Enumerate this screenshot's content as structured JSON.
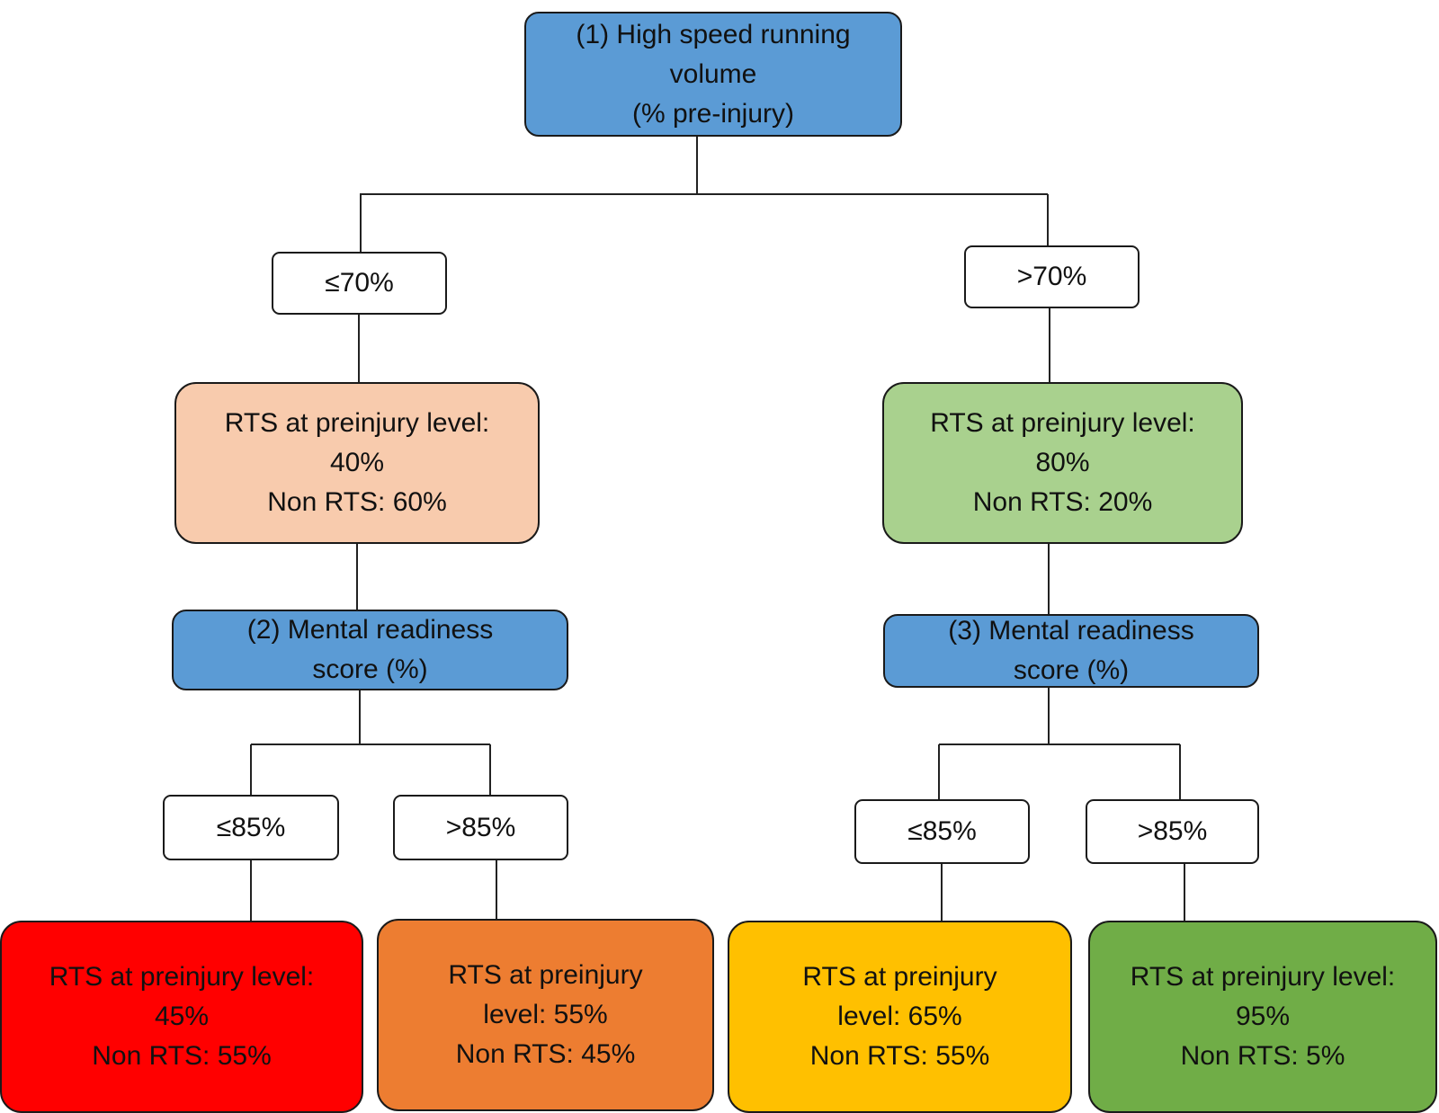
{
  "colors": {
    "question_box": "#5b9bd5",
    "branch_box": "#ffffff",
    "result_left": "#f8cbad",
    "result_right": "#a9d18e",
    "leaf_1": "#ff0000",
    "leaf_2": "#ed7d31",
    "leaf_3": "#ffc000",
    "leaf_4": "#70ad47"
  },
  "root": {
    "line1": "(1) High speed running",
    "line2": "volume",
    "line3": "(% pre-injury)"
  },
  "branches": {
    "left": "≤70%",
    "right": ">70%"
  },
  "result_left": {
    "line1": "RTS at preinjury level:",
    "line2": "40%",
    "line3": "Non RTS: 60%"
  },
  "result_right": {
    "line1": "RTS at preinjury level:",
    "line2": "80%",
    "line3": "Non RTS: 20%"
  },
  "mental_left": {
    "line1": "(2) Mental readiness",
    "line2": "score (%)"
  },
  "mental_right": {
    "line1": "(3) Mental readiness",
    "line2": "score (%)"
  },
  "sub_branches": {
    "left_le": "≤85%",
    "left_gt": ">85%",
    "right_le": "≤85%",
    "right_gt": ">85%"
  },
  "leaves": [
    {
      "line1": "RTS at preinjury level:",
      "line2": "45%",
      "line3": "Non RTS: 55%"
    },
    {
      "line1": "RTS at preinjury",
      "line2": "level: 55%",
      "line3": "Non RTS: 45%"
    },
    {
      "line1": "RTS at preinjury",
      "line2": "level: 65%",
      "line3": "Non RTS: 55%"
    },
    {
      "line1": "RTS at preinjury level:",
      "line2": "95%",
      "line3": "Non RTS: 5%"
    }
  ]
}
